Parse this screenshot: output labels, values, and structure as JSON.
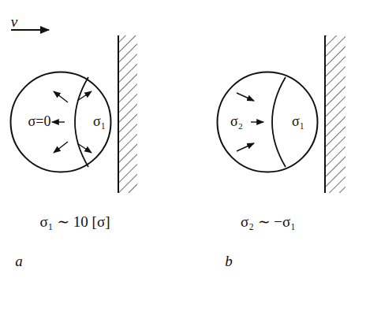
{
  "diagram": {
    "nodes": [
      {
        "text": [
          "σ=0",
          "σ₁"
        ]
      },
      {
        "text": [
          "σ₂",
          "σ₁"
        ]
      }
    ],
    "labels": [
      "v",
      "σ₁ ∼ 10 [σ]",
      "σ₂ ∼ −σ₁",
      "a",
      "b"
    ]
  }
}
